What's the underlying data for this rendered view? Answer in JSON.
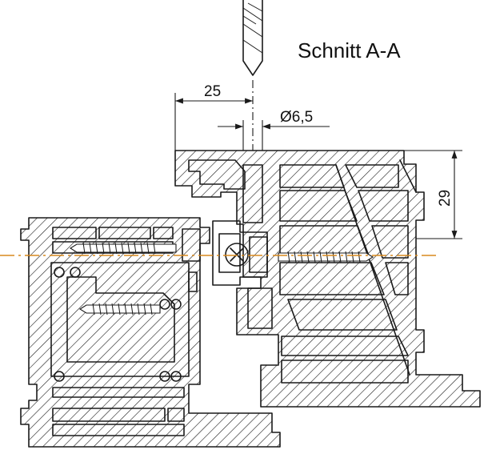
{
  "title": "Schnitt A-A",
  "dimensions": {
    "offset": "25",
    "drill_diameter": "Ø6,5",
    "height": "29"
  },
  "colors": {
    "line": "#1a1a1a",
    "centerline": "#d98a1e",
    "background": "#ffffff"
  }
}
